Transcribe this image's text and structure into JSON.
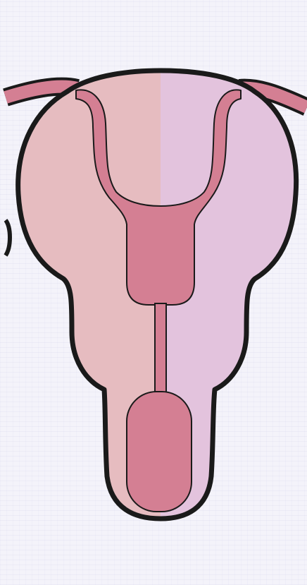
{
  "diagram": {
    "colors": {
      "background": "#f4f3fa",
      "outline": "#1a1a1a",
      "left_half": "#e6bcc0",
      "right_half": "#e3c3dd",
      "cavity": "#d47f93",
      "cavity_stroke": "#1a1a1a"
    },
    "parts": [
      "left-fallopian-tube",
      "right-fallopian-tube",
      "uterine-body-left-half",
      "uterine-body-right-half",
      "uterine-cavity",
      "cervical-canal",
      "vaginal-canal"
    ]
  }
}
